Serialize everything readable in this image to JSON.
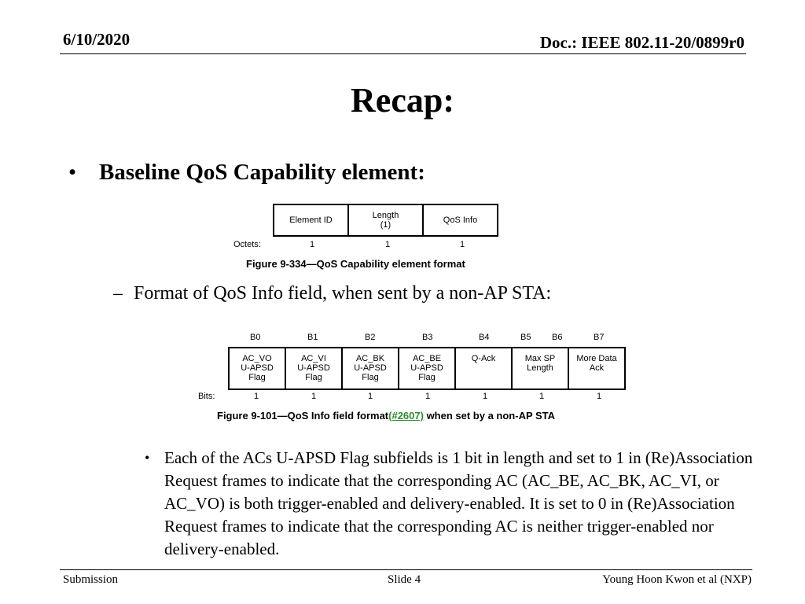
{
  "header": {
    "date": "6/10/2020",
    "doc": "Doc.: IEEE 802.11-20/0899r0"
  },
  "title": "Recap:",
  "bullet1": {
    "marker": "•",
    "text": "Baseline QoS Capability element:"
  },
  "figure1": {
    "fields": [
      "Element ID",
      "Length\n(1)",
      "QoS Info"
    ],
    "row_label": "Octets:",
    "octets": [
      "1",
      "1",
      "1"
    ],
    "caption": "Figure 9-334—QoS Capability element format"
  },
  "sub1": {
    "marker": "–",
    "text": "Format of QoS Info field, when sent by a non-AP STA:"
  },
  "figure2": {
    "bit_labels": [
      "B0",
      "B1",
      "B2",
      "B3",
      "B4",
      "B5",
      "B6",
      "B7"
    ],
    "fields": [
      "AC_VO\nU-APSD\nFlag",
      "AC_VI\nU-APSD\nFlag",
      "AC_BK\nU-APSD\nFlag",
      "AC_BE\nU-APSD\nFlag",
      "Q-Ack",
      "Max SP\nLength",
      "More Data\nAck"
    ],
    "row_label": "Bits:",
    "bits": [
      "1",
      "1",
      "1",
      "1",
      "1",
      "1",
      "1"
    ],
    "caption_pre": "Figure 9-101—QoS Info field format",
    "caption_link": "(#2607)",
    "caption_post": " when set by a non-AP STA"
  },
  "sub2": {
    "marker": "•",
    "text": "Each of the ACs U-APSD Flag subfields is 1 bit in length and set to 1 in (Re)Association Request frames to indicate that the corresponding AC (AC_BE, AC_BK, AC_VI, or AC_VO) is both trigger-enabled and delivery-enabled. It is set to 0 in (Re)Association Request frames to indicate that the corresponding AC is neither trigger-enabled nor delivery-enabled."
  },
  "footer": {
    "left": "Submission",
    "center": "Slide 4",
    "right": "Young Hoon Kwon et al (NXP)"
  }
}
